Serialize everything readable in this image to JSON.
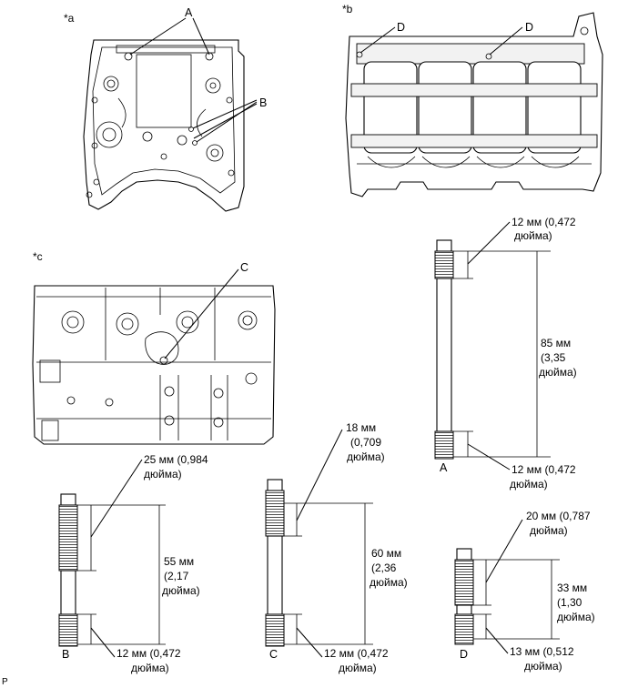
{
  "views": {
    "a": "*a",
    "b": "*b",
    "c": "*c"
  },
  "callouts": {
    "A": "A",
    "B": "B",
    "C": "C",
    "D": "D"
  },
  "bolts": {
    "A": {
      "label": "A",
      "top_thread": [
        "12 мм (0,472",
        "дюйма)"
      ],
      "length": [
        "85 мм",
        "(3,35",
        "дюйма)"
      ],
      "bottom_thread": [
        "12 мм (0,472",
        "дюйма)"
      ]
    },
    "B": {
      "label": "B",
      "top_thread": [
        "25 мм (0,984",
        "дюйма)"
      ],
      "length": [
        "55 мм",
        "(2,17",
        "дюйма)"
      ],
      "bottom_thread": [
        "12 мм (0,472",
        "дюйма)"
      ]
    },
    "C": {
      "label": "C",
      "top_thread": [
        "18 мм",
        "(0,709",
        "дюйма)"
      ],
      "length": [
        "60 мм",
        "(2,36",
        "дюйма)"
      ],
      "bottom_thread": [
        "12 мм (0,472",
        "дюйма)"
      ]
    },
    "D": {
      "label": "D",
      "top_thread": [
        "20 мм (0,787",
        "дюйма)"
      ],
      "length": [
        "33 мм",
        "(1,30",
        "дюйма)"
      ],
      "bottom_thread": [
        "13 мм (0,512",
        "дюйма)"
      ]
    }
  },
  "corner_mark": "P"
}
